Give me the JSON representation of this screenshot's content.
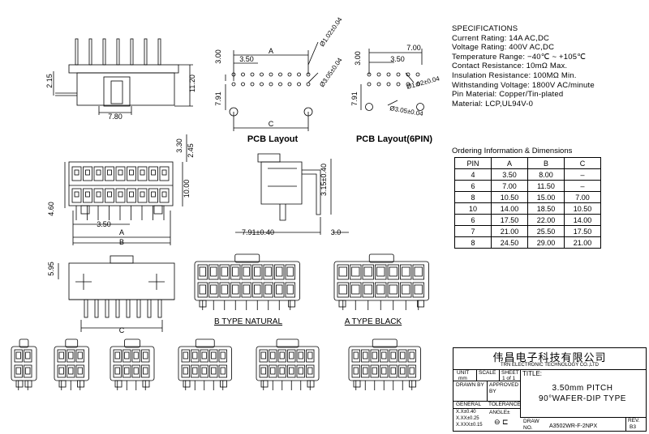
{
  "specs": {
    "heading": "SPECIFICATIONS",
    "lines": [
      "Current Rating: 14A AC,DC",
      "Voltage Rating: 400V AC,DC",
      "Temperature Range: −40℃ ~ +105℃",
      "Contact Resistance: 10mΩ Max.",
      "Insulation Resistance: 100MΩ Min.",
      "Withstanding Voltage: 1800V AC/minute",
      "Pin Material: Copper/Tin-plated",
      "Material: LCP,UL94V-0"
    ]
  },
  "ordering": {
    "title": "Ordering Information & Dimensions",
    "headers": [
      "PIN",
      "A",
      "B",
      "C"
    ],
    "rows": [
      [
        "4",
        "3.50",
        "8.00",
        "–"
      ],
      [
        "6",
        "7.00",
        "11.50",
        "–"
      ],
      [
        "8",
        "10.50",
        "15.00",
        "7.00"
      ],
      [
        "10",
        "14.00",
        "18.50",
        "10.50"
      ],
      [
        "6",
        "17.50",
        "22.00",
        "14.00"
      ],
      [
        "7",
        "21.00",
        "25.50",
        "17.50"
      ],
      [
        "8",
        "24.50",
        "29.00",
        "21.00"
      ]
    ]
  },
  "labels": {
    "pcb_layout": "PCB Layout",
    "pcb_layout_6pin": "PCB Layout(6PIN)",
    "b_type": "B TYPE NATURAL",
    "a_type": "A TYPE BLACK"
  },
  "dims": {
    "d215": "2.15",
    "d1120": "11.20",
    "d780": "7.80",
    "d300a": "3.00",
    "d350a": "3.50",
    "dA": "A",
    "d102": "Ø1.02±0.04",
    "d305": "Ø3.05±0.04",
    "d791a": "7.91",
    "dC": "C",
    "d700": "7.00",
    "d300b": "3.00",
    "d350b": "3.50",
    "d102b": "Ø1.02±0.04",
    "d791b": "7.91",
    "d305b": "Ø3.05±0.04",
    "d330": "3.30",
    "d245": "2.45",
    "d1000": "10.00",
    "d460": "4.60",
    "d350c": "3.50",
    "dA2": "A",
    "dB": "B",
    "d315": "3.15±0.40",
    "d791c": "7.91±0.40",
    "d30": "3.0",
    "d595": "5.95",
    "dC2": "C"
  },
  "title_block": {
    "company_cn": "伟昌电子科技有限公司",
    "company_en": "TRN ELECTRONIC TECHNOLOGY CO.,LTD",
    "unit": "UNIT",
    "scale": "SCALE",
    "sheet": "SHEET",
    "unit_val": "mm",
    "sheet_val": "1 of 1",
    "title_lbl": "TITLE:",
    "drawn_by": "DRAWN BY",
    "approved_by": "APPROVED BY",
    "title_line1": "3.50mm PITCH",
    "title_line2": "90°WAFER-DIP TYPE",
    "general": "GENERAL",
    "tolerance": "TOLERANCE",
    "tol1": "X.X±0.40",
    "tol2": "X.XX±0.25",
    "tol3": "X.XXX±0.15",
    "angle": "ANGLE±",
    "draw_no_lbl": "DRAW NO.",
    "draw_no": "A3502WR-F-2NPX",
    "rev_lbl": "REV.",
    "rev": "B3"
  }
}
